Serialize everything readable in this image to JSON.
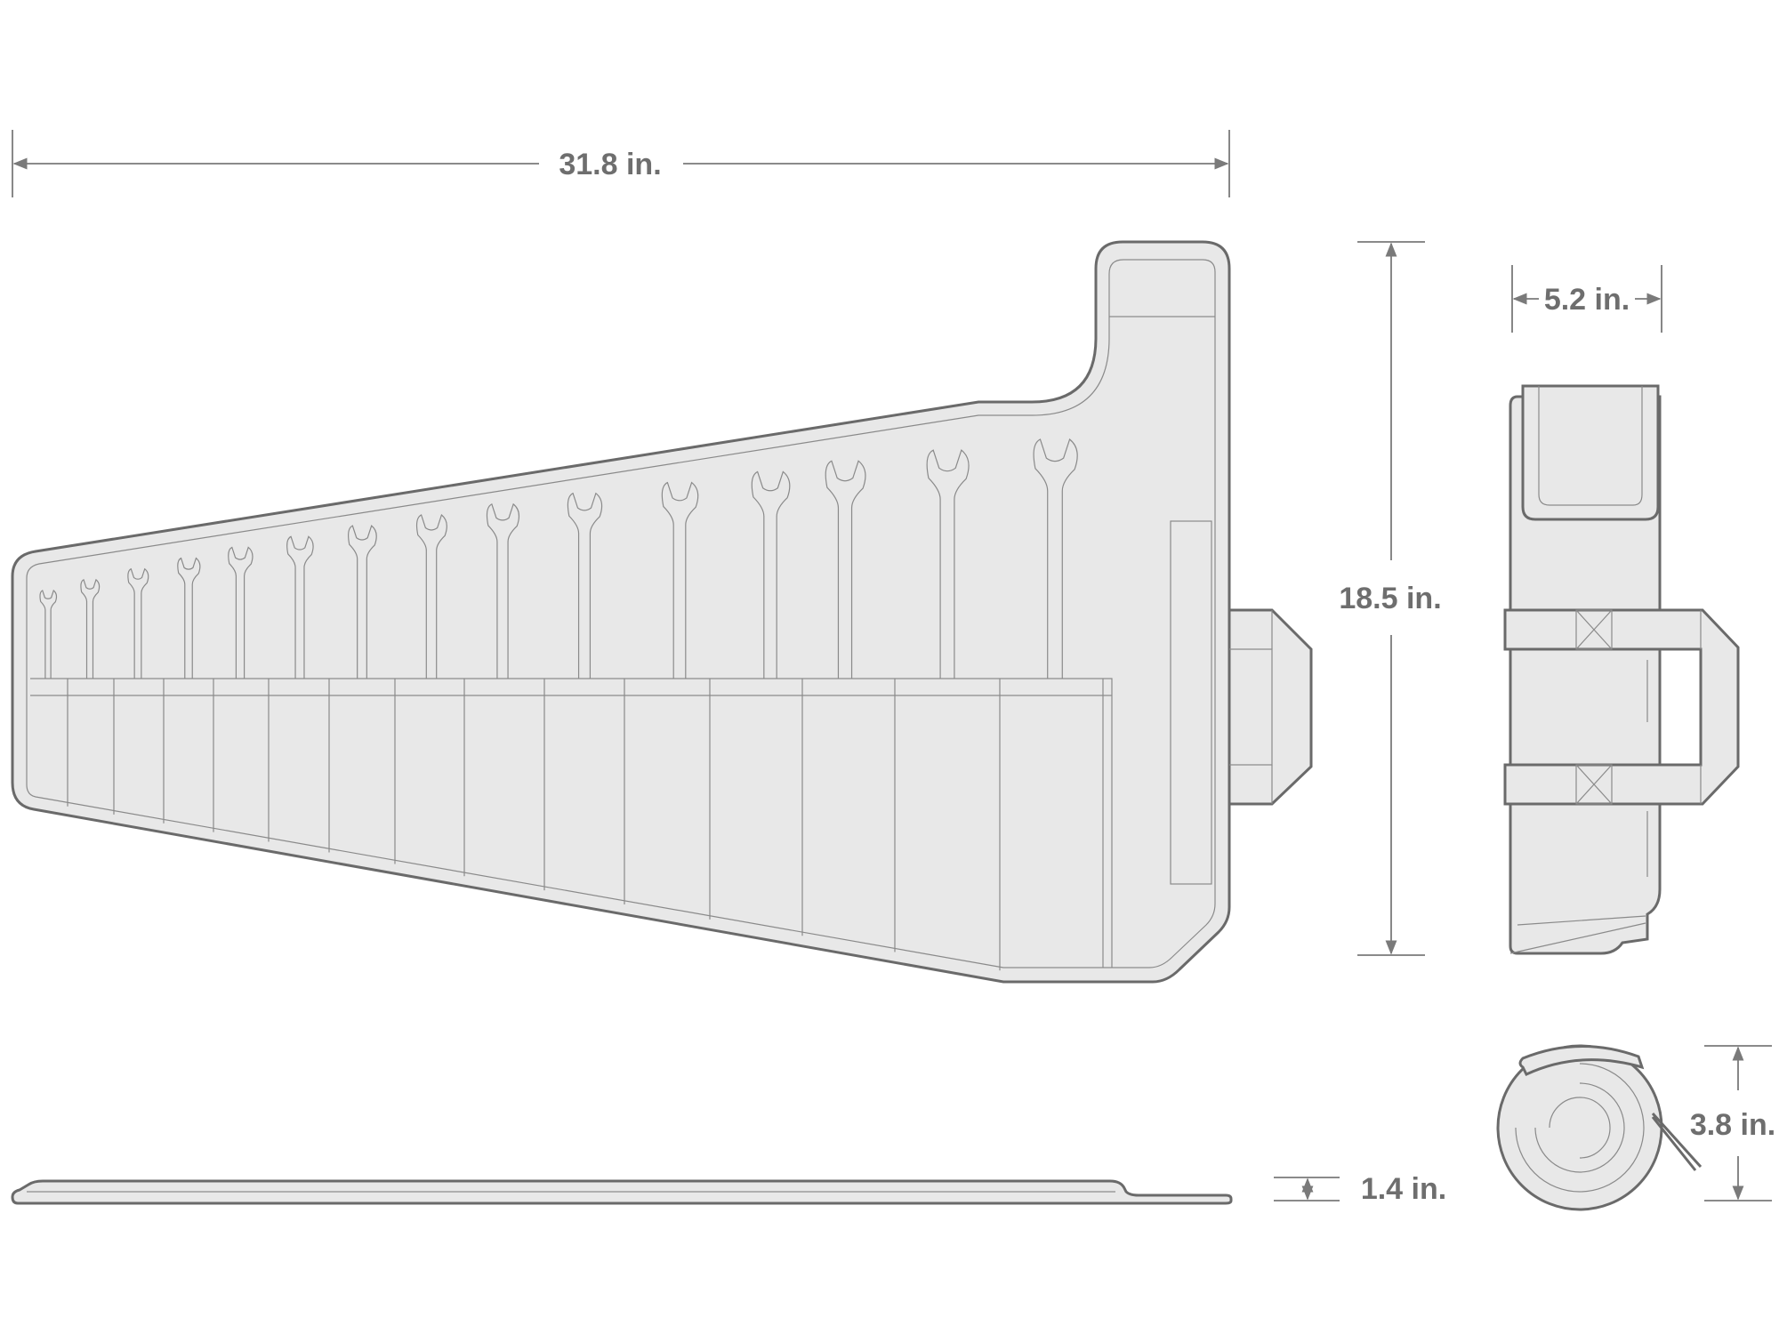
{
  "dimensions": {
    "length": "31.8 in.",
    "height": "18.5 in.",
    "width": "5.2 in.",
    "thickness": "1.4 in.",
    "rolled_diameter": "3.8 in."
  },
  "wrench_count": 15,
  "colors": {
    "fill": "#e8e8e8",
    "outline": "#6a6a6a",
    "detail": "#8a8a8a",
    "dimension_text": "#6e6e6e"
  }
}
